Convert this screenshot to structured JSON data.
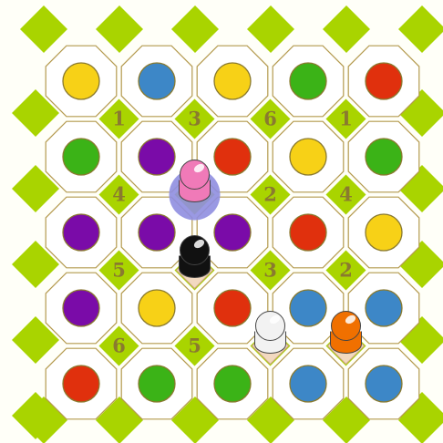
{
  "colors": {
    "background": "#fffff8",
    "diamond": "#a9d400",
    "octagon_fill": "#ffffff",
    "octagon_stroke": "#b49a4e",
    "number_text": "#8a7a2f",
    "yellow": "#f7d117",
    "blue": "#3d87c7",
    "green": "#3bb317",
    "red": "#e0300d",
    "purple": "#7a0ba8",
    "highlight": "#8f8ee0"
  },
  "grid": [
    [
      "yellow",
      "blue",
      "yellow",
      "green",
      "red"
    ],
    [
      "green",
      "purple",
      "red",
      "yellow",
      "green"
    ],
    [
      "purple",
      "purple",
      "purple",
      "red",
      "yellow"
    ],
    [
      "purple",
      "yellow",
      "red",
      "blue",
      "blue"
    ],
    [
      "red",
      "green",
      "green",
      "blue",
      "blue"
    ]
  ],
  "junction_numbers": [
    [
      "1",
      "3",
      "6",
      "1"
    ],
    [
      "4",
      "",
      "2",
      "4"
    ],
    [
      "5",
      "",
      "3",
      "2"
    ],
    [
      "6",
      "5",
      "",
      ""
    ]
  ],
  "pawns": [
    {
      "name": "pink",
      "color": "#f07ab8",
      "junction": [
        1,
        1
      ],
      "selected": true
    },
    {
      "name": "black",
      "color": "#111111",
      "junction": [
        2,
        1
      ],
      "selected": false
    },
    {
      "name": "white",
      "color": "#f2f2f2",
      "junction": [
        3,
        2
      ],
      "selected": false
    },
    {
      "name": "orange",
      "color": "#f07000",
      "junction": [
        3,
        3
      ],
      "selected": false
    }
  ]
}
